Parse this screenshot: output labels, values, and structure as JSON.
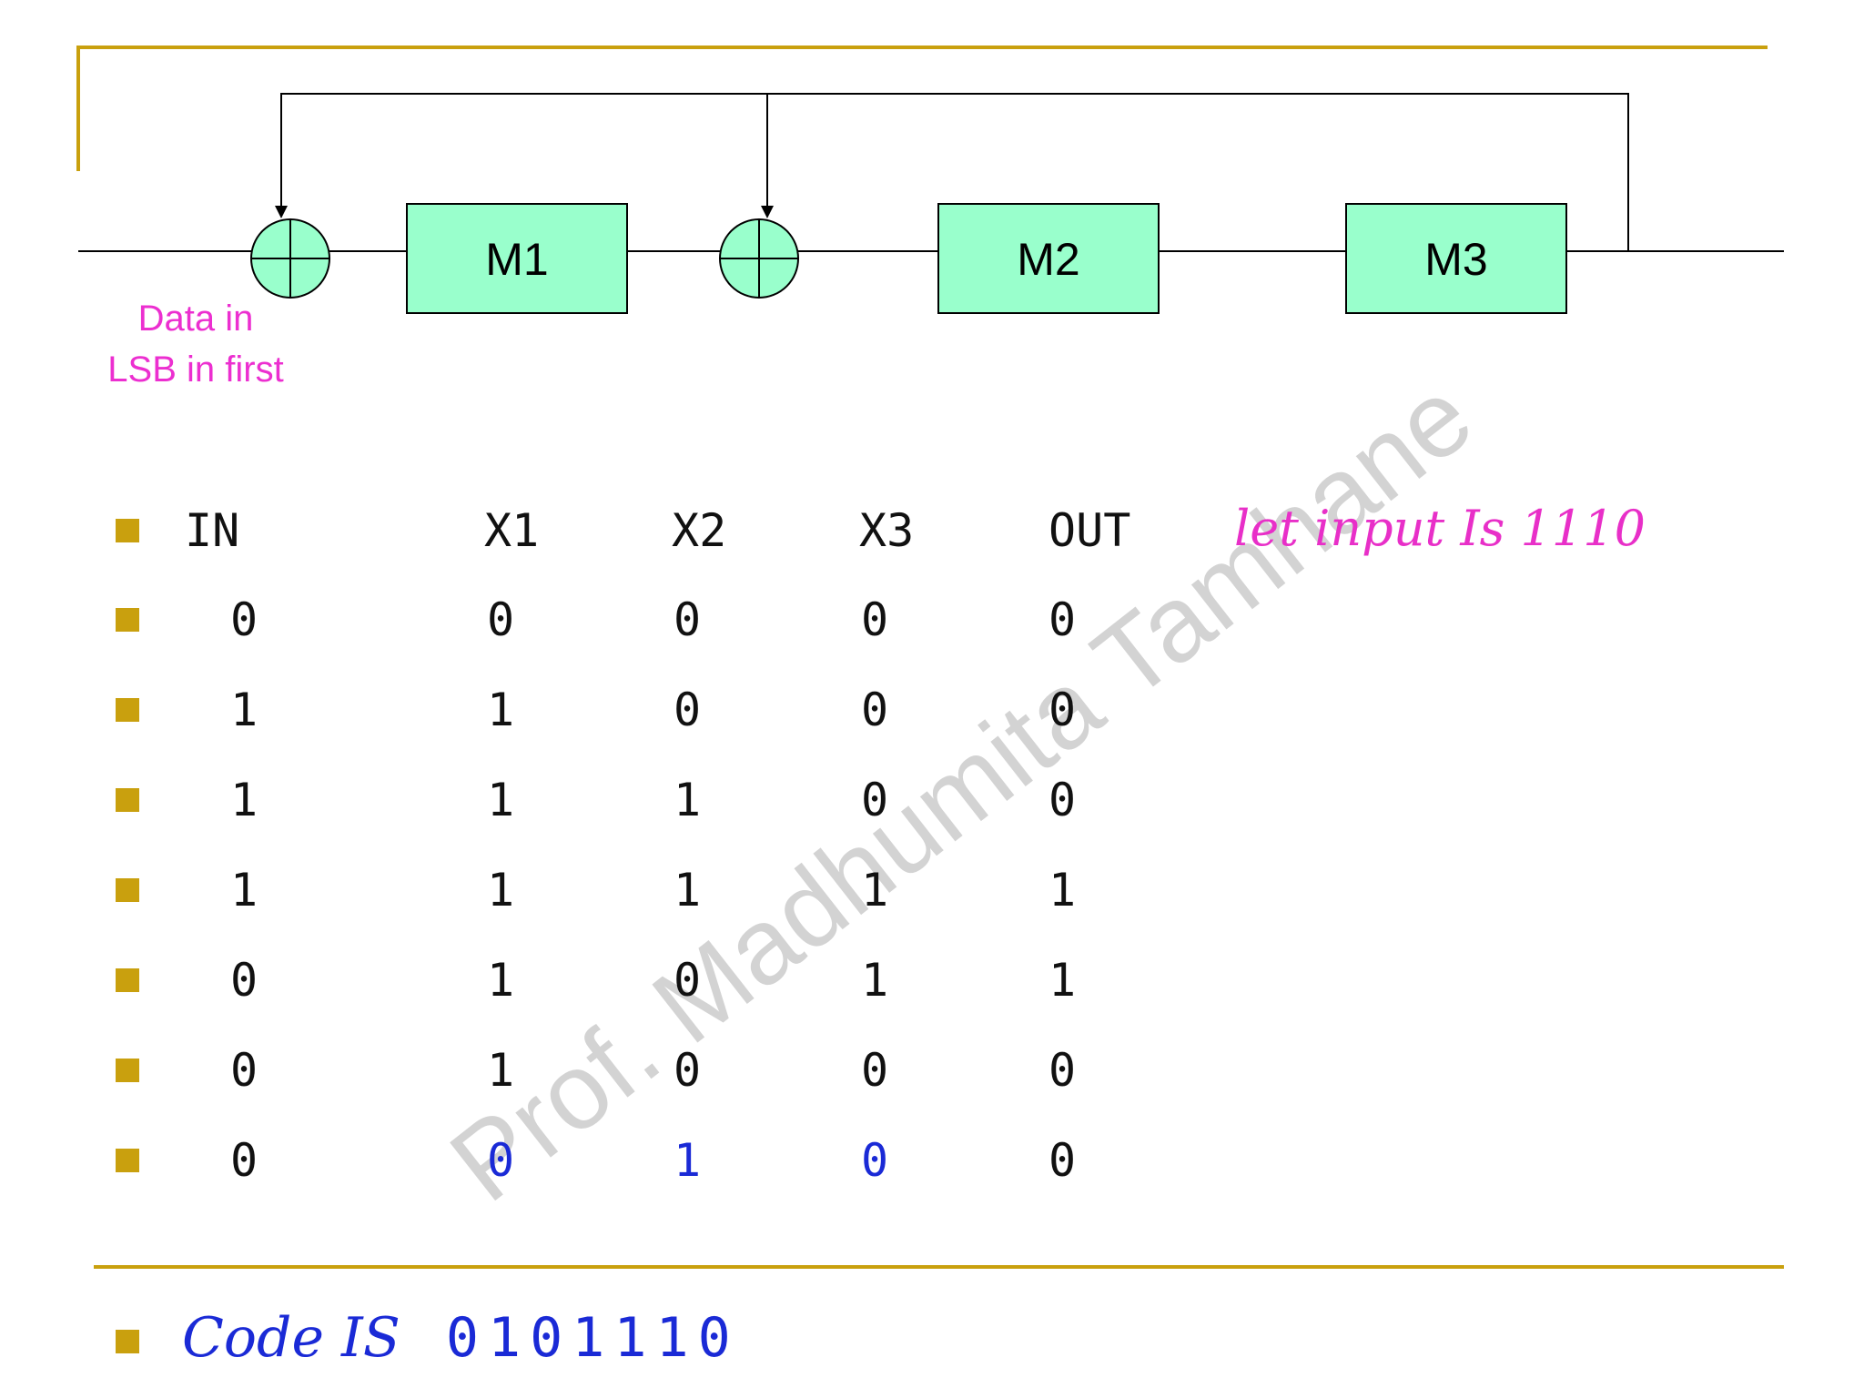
{
  "diagram": {
    "blocks": [
      "M1",
      "M2",
      "M3"
    ],
    "data_label_line1": "Data in",
    "data_label_line2": "LSB in first"
  },
  "table": {
    "headers": [
      "IN",
      "X1",
      "X2",
      "X3",
      "OUT"
    ],
    "rows": [
      [
        "0",
        "0",
        "0",
        "0",
        "0"
      ],
      [
        "1",
        "1",
        "0",
        "0",
        "0"
      ],
      [
        "1",
        "1",
        "1",
        "0",
        "0"
      ],
      [
        "1",
        "1",
        "1",
        "1",
        "1"
      ],
      [
        "0",
        "1",
        "0",
        "1",
        "1"
      ],
      [
        "0",
        "1",
        "0",
        "0",
        "0"
      ],
      [
        "0",
        "0",
        "1",
        "0",
        "0"
      ]
    ]
  },
  "note": "let input Is 1110",
  "code": {
    "label": "Code IS",
    "value": "0101110"
  },
  "watermark": "Prof. Madhumita Tamhane",
  "colors": {
    "block_fill": "#99ffcc",
    "accent_gold": "#c9a00e",
    "pink": "#e82fc8",
    "blue": "#1a2ad6"
  }
}
